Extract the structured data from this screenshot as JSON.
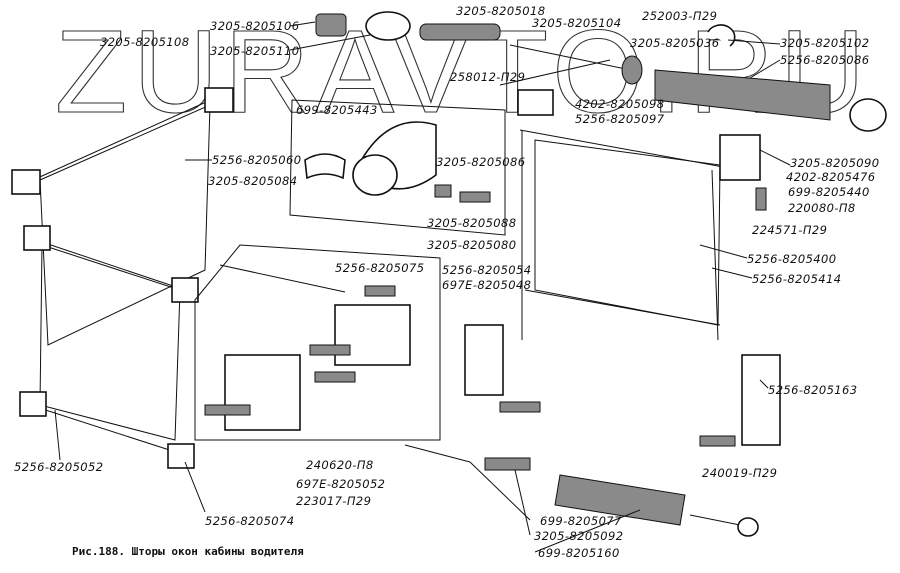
{
  "watermark": "ZURAVTO.RU",
  "caption": "Рис.188. Шторы окон кабины водителя",
  "labels": {
    "p1": "3205-8205108",
    "p2": "3205-8205106",
    "p3": "3205-8205110",
    "p4": "3205-8205018",
    "p5": "3205-8205104",
    "p6": "252003-П29",
    "p7": "3205-8205036",
    "p8": "3205-8205102",
    "p9": "5256-8205086",
    "p10": "258012-П29",
    "p11": "699-8205443",
    "p12": "4202-8205098",
    "p13": "5256-8205097",
    "p14": "5256-8205060",
    "p15": "3205-8205084",
    "p16": "3205-8205086",
    "p17": "3205-8205088",
    "p18": "3205-8205080",
    "p19": "3205-8205090",
    "p20": "4202-8205476",
    "p21": "699-8205440",
    "p22": "220080-П8",
    "p23": "224571-П29",
    "p24": "5256-8205400",
    "p25": "5256-8205414",
    "p26": "5256-8205075",
    "p27": "5256-8205054",
    "p28": "697Е-8205048",
    "p29": "5256-8205163",
    "p30": "240620-П8",
    "p31": "697Е-8205052",
    "p32": "223017-П29",
    "p33": "5256-8205052",
    "p34": "5256-8205074",
    "p35": "240019-П29",
    "p36": "699-8205077",
    "p37": "3205-8205092",
    "p38": "699-8205160"
  }
}
